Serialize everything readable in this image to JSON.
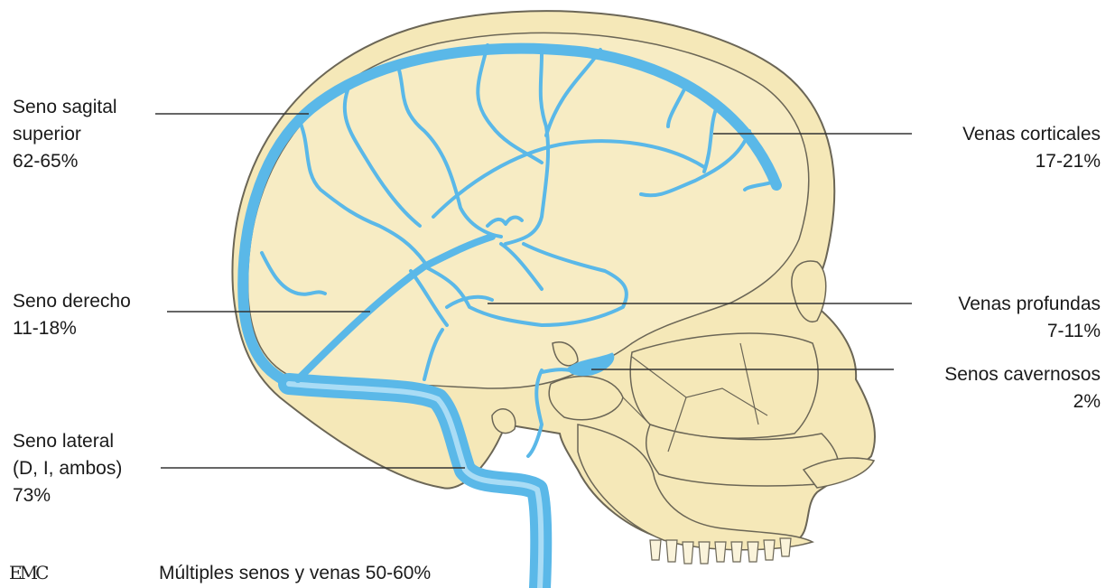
{
  "labels": {
    "superior_sagittal": {
      "line1": "Seno sagital",
      "line2": "superior",
      "line3": "62-65%"
    },
    "straight_sinus": {
      "line1": "Seno derecho",
      "line2": "11-18%"
    },
    "lateral_sinus": {
      "line1": "Seno lateral",
      "line2": "(D, I, ambos)",
      "line3": "73%"
    },
    "cortical_veins": {
      "line1": "Venas corticales",
      "line2": "17-21%"
    },
    "deep_veins": {
      "line1": "Venas profundas",
      "line2": "7-11%"
    },
    "cavernous_sinus": {
      "line1": "Senos cavernosos",
      "line2": "2%"
    },
    "multiple": "Múltiples senos y venas 50-60%"
  },
  "logo": "EMC",
  "colors": {
    "skull_fill": "#f5e8b8",
    "brain_fill": "#f7ecc4",
    "outline": "#6b6656",
    "vein_blue": "#5ab8e8",
    "vein_light": "#a9dcf5",
    "leader_line": "#333333"
  }
}
